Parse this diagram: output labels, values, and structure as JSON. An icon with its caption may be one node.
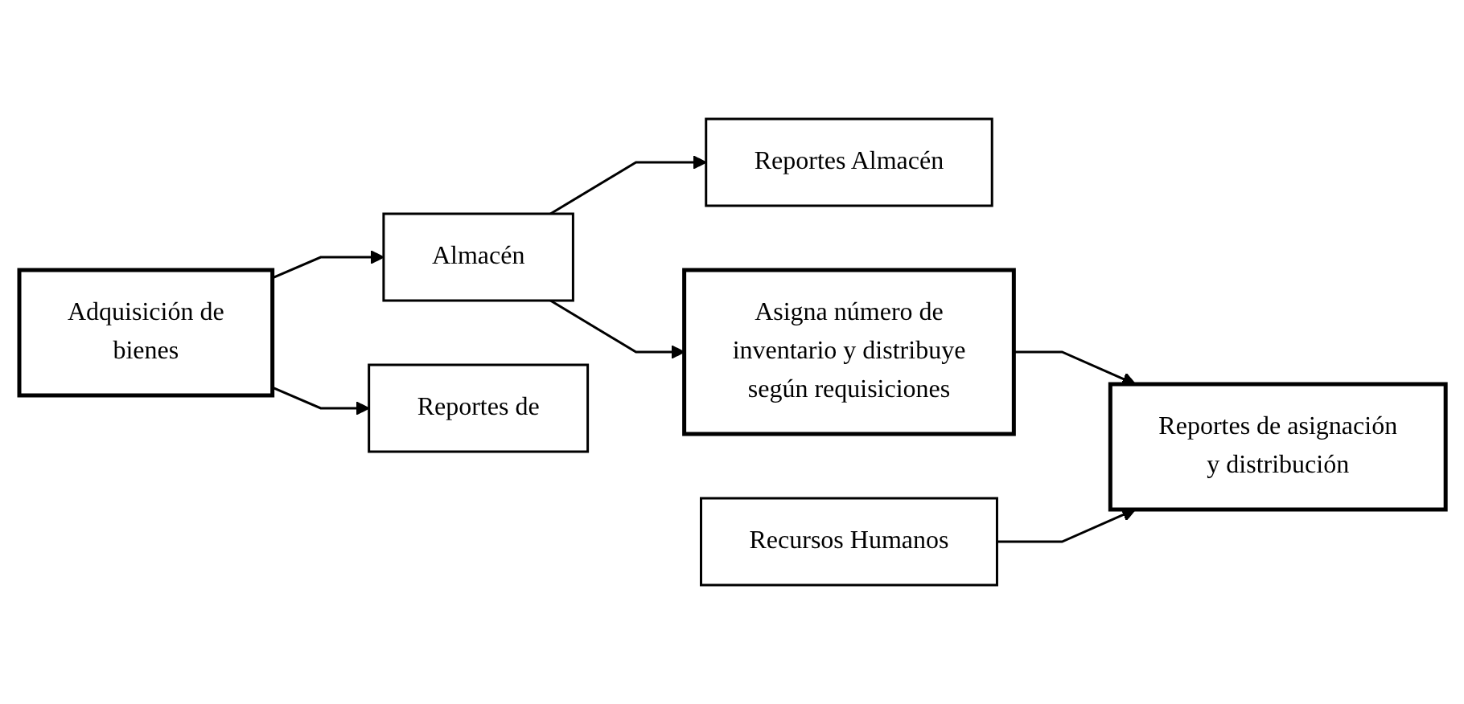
{
  "diagram": {
    "nodes": [
      {
        "text": [
          "Adquisición de bienes"
        ]
      },
      {
        "text": [
          "Almacén"
        ]
      },
      {
        "text": [
          "Reportes Almacén"
        ]
      },
      {
        "text": [
          "Reportes de"
        ]
      },
      {
        "text": [
          "Asigna número de inventario y distribuye según requisiciones"
        ]
      },
      {
        "text": [
          "Recursos Humanos"
        ]
      },
      {
        "text": [
          "Reportes de asignación y distribución"
        ]
      }
    ],
    "edges": [
      {
        "from": 0,
        "to": 1,
        "arrow": "to"
      },
      {
        "from": 1,
        "to": 2,
        "arrow": "to"
      },
      {
        "from": 0,
        "to": 3,
        "arrow": "to"
      },
      {
        "from": 1,
        "to": 4,
        "arrow": "to"
      },
      {
        "from": 4,
        "to": 6,
        "arrow": "to"
      },
      {
        "from": 5,
        "to": 6,
        "arrow": "to"
      }
    ]
  }
}
